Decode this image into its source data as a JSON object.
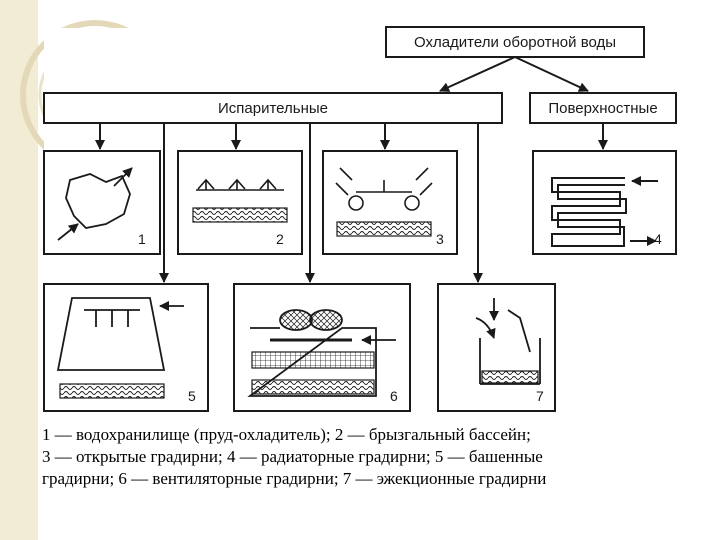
{
  "diagram": {
    "root_label": "Охладители оборотной воды",
    "group_evaporative": "Испарительные",
    "group_surface": "Поверхностные",
    "panel_numbers": [
      "1",
      "2",
      "3",
      "4",
      "5",
      "6",
      "7"
    ]
  },
  "caption": {
    "line1": "1 — водохранилище (пруд-охладитель); 2 — брызгальный бассейн;",
    "line2": "3 — открытые градирни; 4 — радиаторные градирни; 5 — башенные",
    "line3": "градирни; 6 — вентиляторные градирни; 7 — эжекционные градирни"
  },
  "colors": {
    "ink": "#1a1a1a",
    "slide_accent": "#efe6cc",
    "slide_ring": "#d9cfae"
  },
  "icons": [
    "reservoir-outline-icon",
    "spray-arrows-icon",
    "spray-nozzles-icon",
    "radiator-coil-icon",
    "tower-icon",
    "fan-tower-icon",
    "ejector-icon"
  ]
}
